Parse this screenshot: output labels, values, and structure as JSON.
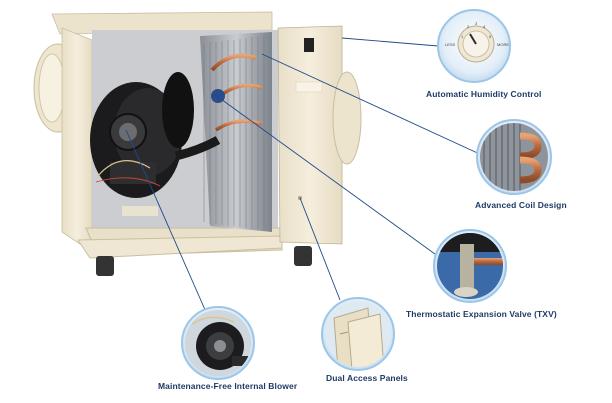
{
  "callouts": {
    "humidity_control": "Automatic Humidity Control",
    "coil_design": "Advanced Coil Design",
    "txv": "Thermostatic Expansion Valve (TXV)",
    "access_panels": "Dual Access Panels",
    "blower": "Maintenance-Free Internal Blower"
  },
  "dial": {
    "left_text": "LESS",
    "right_text": "MORE",
    "marks": [
      "1",
      "2",
      "3",
      "4",
      "5"
    ]
  },
  "colors": {
    "label_text": "#1f3a66",
    "leader_line": "#1f4a8a",
    "cabinet": "#f2ead8",
    "bubble_ring": "#9cc6e8"
  },
  "icons": [
    "humidity-dial-icon",
    "coil-closeup-icon",
    "txv-closeup-icon",
    "access-panel-closeup-icon",
    "blower-closeup-icon"
  ]
}
